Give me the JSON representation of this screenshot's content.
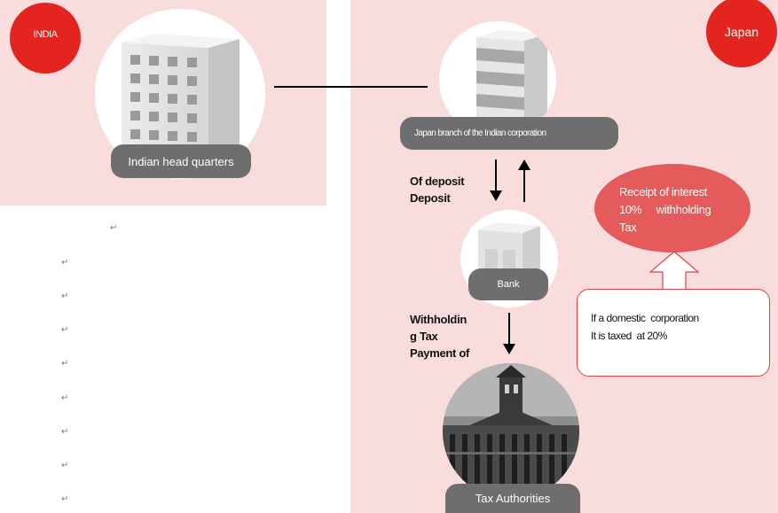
{
  "regions": {
    "india": {
      "badge": "INDIA"
    },
    "japan": {
      "badge": "Japan"
    }
  },
  "nodes": {
    "hq": {
      "label": "Indian head quarters"
    },
    "branch": {
      "label": "Japan branch of the Indian corporation"
    },
    "bank": {
      "label": "Bank"
    },
    "tax": {
      "label": "Tax Authorities"
    }
  },
  "flows": {
    "deposit": {
      "line1": "Of deposit",
      "line2": "Deposit"
    },
    "withholding": {
      "line1": "Withholdin",
      "line2": "g Tax",
      "line3": "Payment of"
    }
  },
  "interest": {
    "line1": "Receipt of interest",
    "line2": "10%     withholding",
    "line3": "Tax"
  },
  "domestic": {
    "line1": "If a domestic  corporation",
    "line2": "It is taxed  at 20%"
  },
  "paragraph_mark": "↵",
  "colors": {
    "region_fill": "#f9dcdc",
    "badge_red": "#e3241f",
    "interest_red": "#e55a5a",
    "label_gray": "#6e6e6e"
  }
}
